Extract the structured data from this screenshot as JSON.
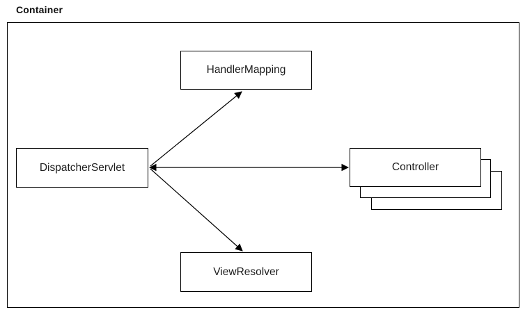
{
  "diagram": {
    "title": "Container",
    "nodes": {
      "handler_mapping": {
        "label": "HandlerMapping"
      },
      "dispatcher_servlet": {
        "label": "DispatcherServlet"
      },
      "controller": {
        "label": "Controller",
        "stacked_copies": 3
      },
      "view_resolver": {
        "label": "ViewResolver"
      }
    },
    "edges": [
      {
        "from": "DispatcherServlet",
        "to": "HandlerMapping",
        "direction": "forward"
      },
      {
        "from": "DispatcherServlet",
        "to": "Controller",
        "direction": "both"
      },
      {
        "from": "DispatcherServlet",
        "to": "ViewResolver",
        "direction": "forward"
      }
    ],
    "colors": {
      "border": "#000000",
      "background": "#ffffff",
      "text": "#1c1c1c"
    }
  }
}
